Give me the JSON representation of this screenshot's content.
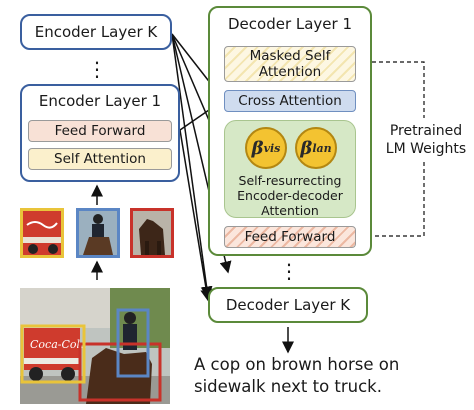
{
  "encoder": {
    "layer_k_title": "Encoder Layer K",
    "ellipsis": "⋮",
    "layer_1_title": "Encoder Layer 1",
    "feed_forward": "Feed Forward",
    "self_attention": "Self Attention"
  },
  "decoder": {
    "layer_1_title": "Decoder Layer 1",
    "masked_self_attention": "Masked Self Attention",
    "cross_attention": "Cross Attention",
    "beta_symbol": "β",
    "beta_vis_sup": "vis",
    "beta_lan_sup": "lan",
    "resurrecting_label": "Self-resurrecting Encoder-decoder Attention",
    "feed_forward": "Feed Forward",
    "ellipsis": "⋮",
    "layer_k_title": "Decoder Layer K"
  },
  "side_label": "Pretrained LM Weights",
  "caption": "A cop on brown horse on sidewalk next to truck.",
  "image_scene": {
    "truck_text": "Coca-Cola",
    "box_colors": {
      "truck": "#e9c43a",
      "cop": "#5b86c4",
      "horse": "#c8322a"
    }
  }
}
